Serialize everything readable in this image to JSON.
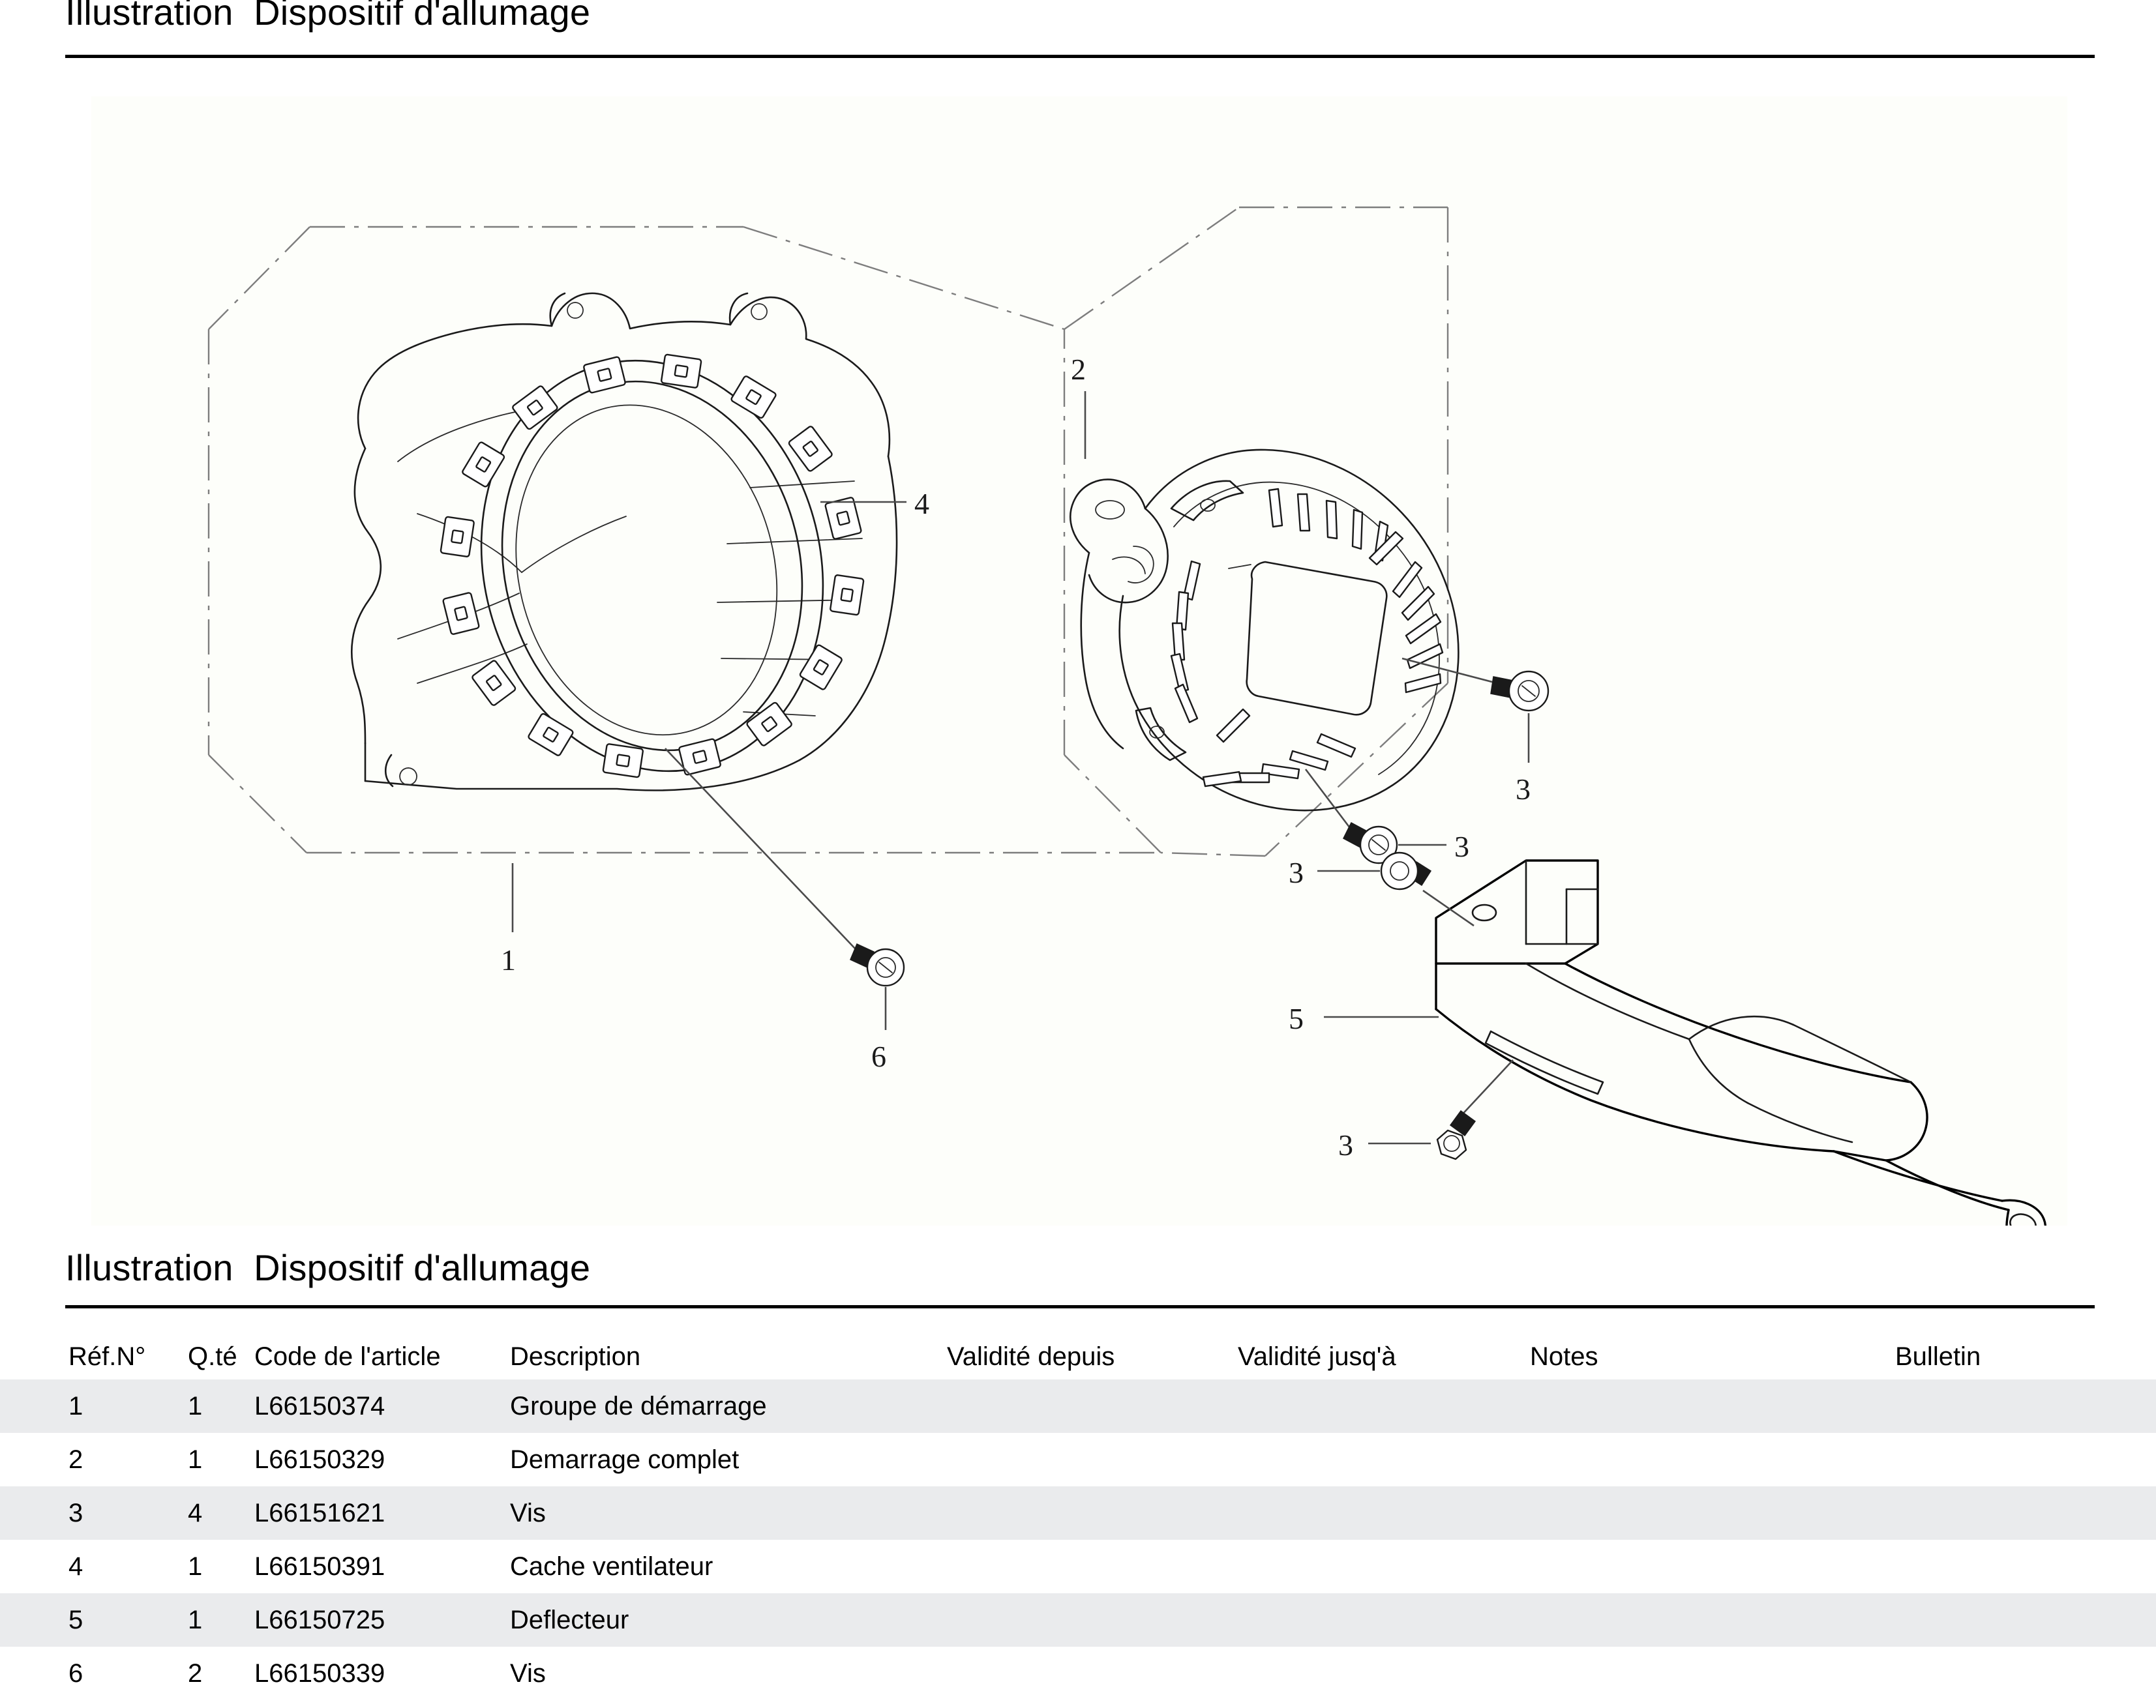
{
  "document": {
    "title_top": "Illustration  Dispositif d'allumage",
    "title_middle": "Illustration  Dispositif d'allumage"
  },
  "table": {
    "headers": {
      "ref": "Réf.N°",
      "qty": "Q.té",
      "code": "Code de l'article",
      "description": "Description",
      "valid_from": "Validité depuis",
      "valid_to": "Validité jusq'à",
      "notes": "Notes",
      "bulletin": "Bulletin"
    },
    "rows": [
      {
        "ref": "1",
        "qty": "1",
        "code": "L66150374",
        "description": "Groupe de démarrage",
        "valid_from": "",
        "valid_to": "",
        "notes": "",
        "bulletin": ""
      },
      {
        "ref": "2",
        "qty": "1",
        "code": "L66150329",
        "description": "Demarrage complet",
        "valid_from": "",
        "valid_to": "",
        "notes": "",
        "bulletin": ""
      },
      {
        "ref": "3",
        "qty": "4",
        "code": "L66151621",
        "description": "Vis",
        "valid_from": "",
        "valid_to": "",
        "notes": "",
        "bulletin": ""
      },
      {
        "ref": "4",
        "qty": "1",
        "code": "L66150391",
        "description": "Cache ventilateur",
        "valid_from": "",
        "valid_to": "",
        "notes": "",
        "bulletin": ""
      },
      {
        "ref": "5",
        "qty": "1",
        "code": "L66150725",
        "description": "Deflecteur",
        "valid_from": "",
        "valid_to": "",
        "notes": "",
        "bulletin": ""
      },
      {
        "ref": "6",
        "qty": "2",
        "code": "L66150339",
        "description": "Vis",
        "valid_from": "",
        "valid_to": "",
        "notes": "",
        "bulletin": ""
      }
    ]
  },
  "illustration": {
    "callouts": [
      {
        "id": "callout-1",
        "label": "1",
        "refers_to": "Groupe de démarrage"
      },
      {
        "id": "callout-2",
        "label": "2",
        "refers_to": "Demarrage complet"
      },
      {
        "id": "callout-3-upper",
        "label": "3",
        "refers_to": "Vis"
      },
      {
        "id": "callout-3-lower",
        "label": "3",
        "refers_to": "Vis"
      },
      {
        "id": "callout-3-deflector-upper",
        "label": "3",
        "refers_to": "Vis"
      },
      {
        "id": "callout-3-deflector-lower",
        "label": "3",
        "refers_to": "Vis"
      },
      {
        "id": "callout-4",
        "label": "4",
        "refers_to": "Cache ventilateur"
      },
      {
        "id": "callout-5",
        "label": "5",
        "refers_to": "Deflecteur"
      },
      {
        "id": "callout-6",
        "label": "6",
        "refers_to": "Vis"
      }
    ]
  },
  "colors": {
    "panel_background": "#fdfefa",
    "row_stripe": "#eaebed",
    "rule": "#000000",
    "line_art": "#1a1a1a",
    "dash_dot_boundary": "#7d7d7d"
  }
}
